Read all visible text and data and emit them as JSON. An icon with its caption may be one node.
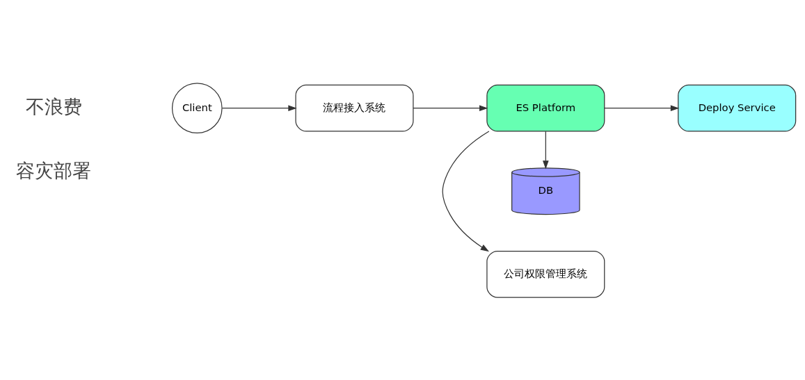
{
  "diagram": {
    "nodes": [
      {
        "text": [
          "Client"
        ]
      },
      {
        "text": [
          "流程接入系统"
        ]
      },
      {
        "text": [
          "ES Platform"
        ]
      },
      {
        "text": [
          "公司权限管理系统"
        ]
      },
      {
        "text": [
          "Deploy Service"
        ]
      },
      {
        "text": [
          "DB"
        ]
      }
    ],
    "edges": [
      {
        "from": 0,
        "to": 1,
        "arrow": "to"
      },
      {
        "from": 1,
        "to": 2,
        "arrow": "to"
      },
      {
        "from": 2,
        "to": 3,
        "arrow": "to"
      },
      {
        "from": 2,
        "to": 4,
        "arrow": "to"
      },
      {
        "from": 2,
        "to": 5,
        "arrow": "to"
      }
    ],
    "labels": [
      "容灾部署",
      "不浪费"
    ]
  }
}
